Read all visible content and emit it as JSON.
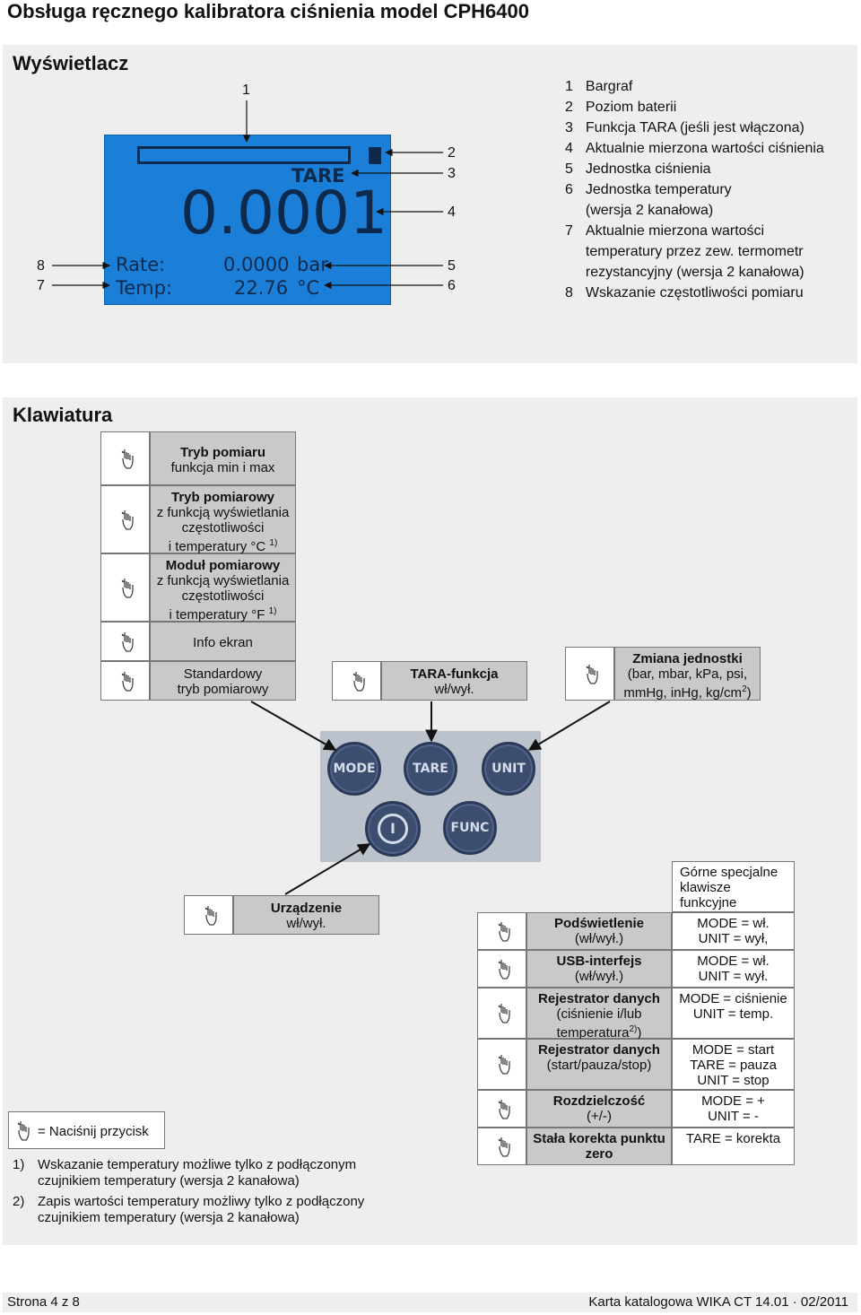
{
  "page_title": "Obsługa ręcznego kalibratora ciśnienia model CPH6400",
  "display_section": {
    "title": "Wyświetlacz",
    "lcd": {
      "tare": "TARE",
      "reading": "0.0001",
      "rate_label": "Rate:",
      "rate_value": "0.0000",
      "unit": "bar",
      "temp_label": "Temp:",
      "temp_value": "22.76",
      "temp_unit": "°C"
    },
    "callouts": {
      "c1": "1",
      "c2": "2",
      "c3": "3",
      "c4": "4",
      "c5": "5",
      "c6": "6",
      "c7": "7",
      "c8": "8"
    },
    "legend": [
      {
        "num": "1",
        "text": "Bargraf"
      },
      {
        "num": "2",
        "text": "Poziom baterii"
      },
      {
        "num": "3",
        "text": "Funkcja TARA (jeśli jest włączona)"
      },
      {
        "num": "4",
        "text": "Aktualnie mierzona wartości ciśnienia"
      },
      {
        "num": "5",
        "text": "Jednostka ciśnienia"
      },
      {
        "num": "6",
        "text": "Jednostka temperatury"
      },
      {
        "num": "",
        "text": "(wersja 2 kanałowa)"
      },
      {
        "num": "7",
        "text": "Aktualnie mierzona wartości"
      },
      {
        "num": "",
        "text": "temperatury przez zew. termometr"
      },
      {
        "num": "",
        "text": "rezystancyjny (wersja 2 kanałowa)"
      },
      {
        "num": "8",
        "text": "Wskazanie częstotliwości pomiaru"
      }
    ]
  },
  "keyboard_section": {
    "title": "Klawiatura",
    "mode_functions": {
      "f1_bold": "Tryb pomiaru",
      "f1_text": "funkcja min i max",
      "f2_bold": "Tryb pomiarowy",
      "f2_l1": "z funkcją wyświetlania",
      "f2_l2": "częstotliwości",
      "f2_l3": "i temperatury  °C",
      "f2_sup": "1)",
      "f3_bold": "Moduł pomiarowy",
      "f3_l1": "z funkcją wyświetlania",
      "f3_l2": "częstotliwości",
      "f3_l3": "i temperatury °F",
      "f3_sup": "1)",
      "f4": "Info ekran",
      "f5_l1": "Standardowy",
      "f5_l2": "tryb pomiarowy"
    },
    "tare_function": {
      "bold": "TARA-funkcja",
      "text": "wł/wył."
    },
    "unit_function": {
      "bold": "Zmiana jednostki",
      "l1": "(bar, mbar, kPa, psi,",
      "l2": "mmHg, inHg, kg/cm",
      "sup": "2",
      "close": ")"
    },
    "keypad": {
      "mode": "MODE",
      "tare": "TARE",
      "unit": "UNIT",
      "power": "I",
      "func": "FUNC"
    },
    "power_function": {
      "bold": "Urządzenie",
      "text": "wł/wył."
    },
    "special_header": "Górne specjalne klawisze funkcyjne",
    "special_rows": [
      {
        "bold": "Podświetlenie",
        "text": "(wł/wył.)",
        "combo1": "MODE = wł.",
        "combo2": "UNIT = wył,"
      },
      {
        "bold": "USB-interfejs",
        "text": "(wł/wył.)",
        "combo1": "MODE = wł.",
        "combo2": "UNIT = wył."
      },
      {
        "bold": "Rejestrator danych",
        "text": "(ciśnienie i/lub",
        "text2": "temperatura",
        "sup": "2)",
        "close": ")",
        "combo1": "MODE = ciśnienie",
        "combo2": "UNIT = temp."
      },
      {
        "bold": "Rejestrator danych",
        "text": "(start/pauza/stop)",
        "combo1": "MODE = start",
        "combo2": "TARE = pauza",
        "combo3": "UNIT = stop"
      },
      {
        "bold": "Rozdzielczość",
        "text": "(+/-)",
        "combo1": "MODE = +",
        "combo2": "UNIT = -"
      },
      {
        "bold": "Stała korekta punktu",
        "text": "zero",
        "combo1": "TARE = korekta"
      }
    ],
    "press_legend": "=   Naciśnij przycisk",
    "footnotes": [
      {
        "mark": "1)",
        "l1": "Wskazanie temperatury możliwe tylko z podłączonym",
        "l2": "czujnikiem temperatury (wersja 2 kanałowa)"
      },
      {
        "mark": "2)",
        "l1": "Zapis wartości temperatury możliwy tylko z podłączony",
        "l2": "czujnikiem temperatury (wersja 2 kanałowa)"
      }
    ]
  },
  "footer": {
    "left": "Strona 4 z 8",
    "right": "Karta katalogowa WIKA CT 14.01 · 02/2011"
  }
}
